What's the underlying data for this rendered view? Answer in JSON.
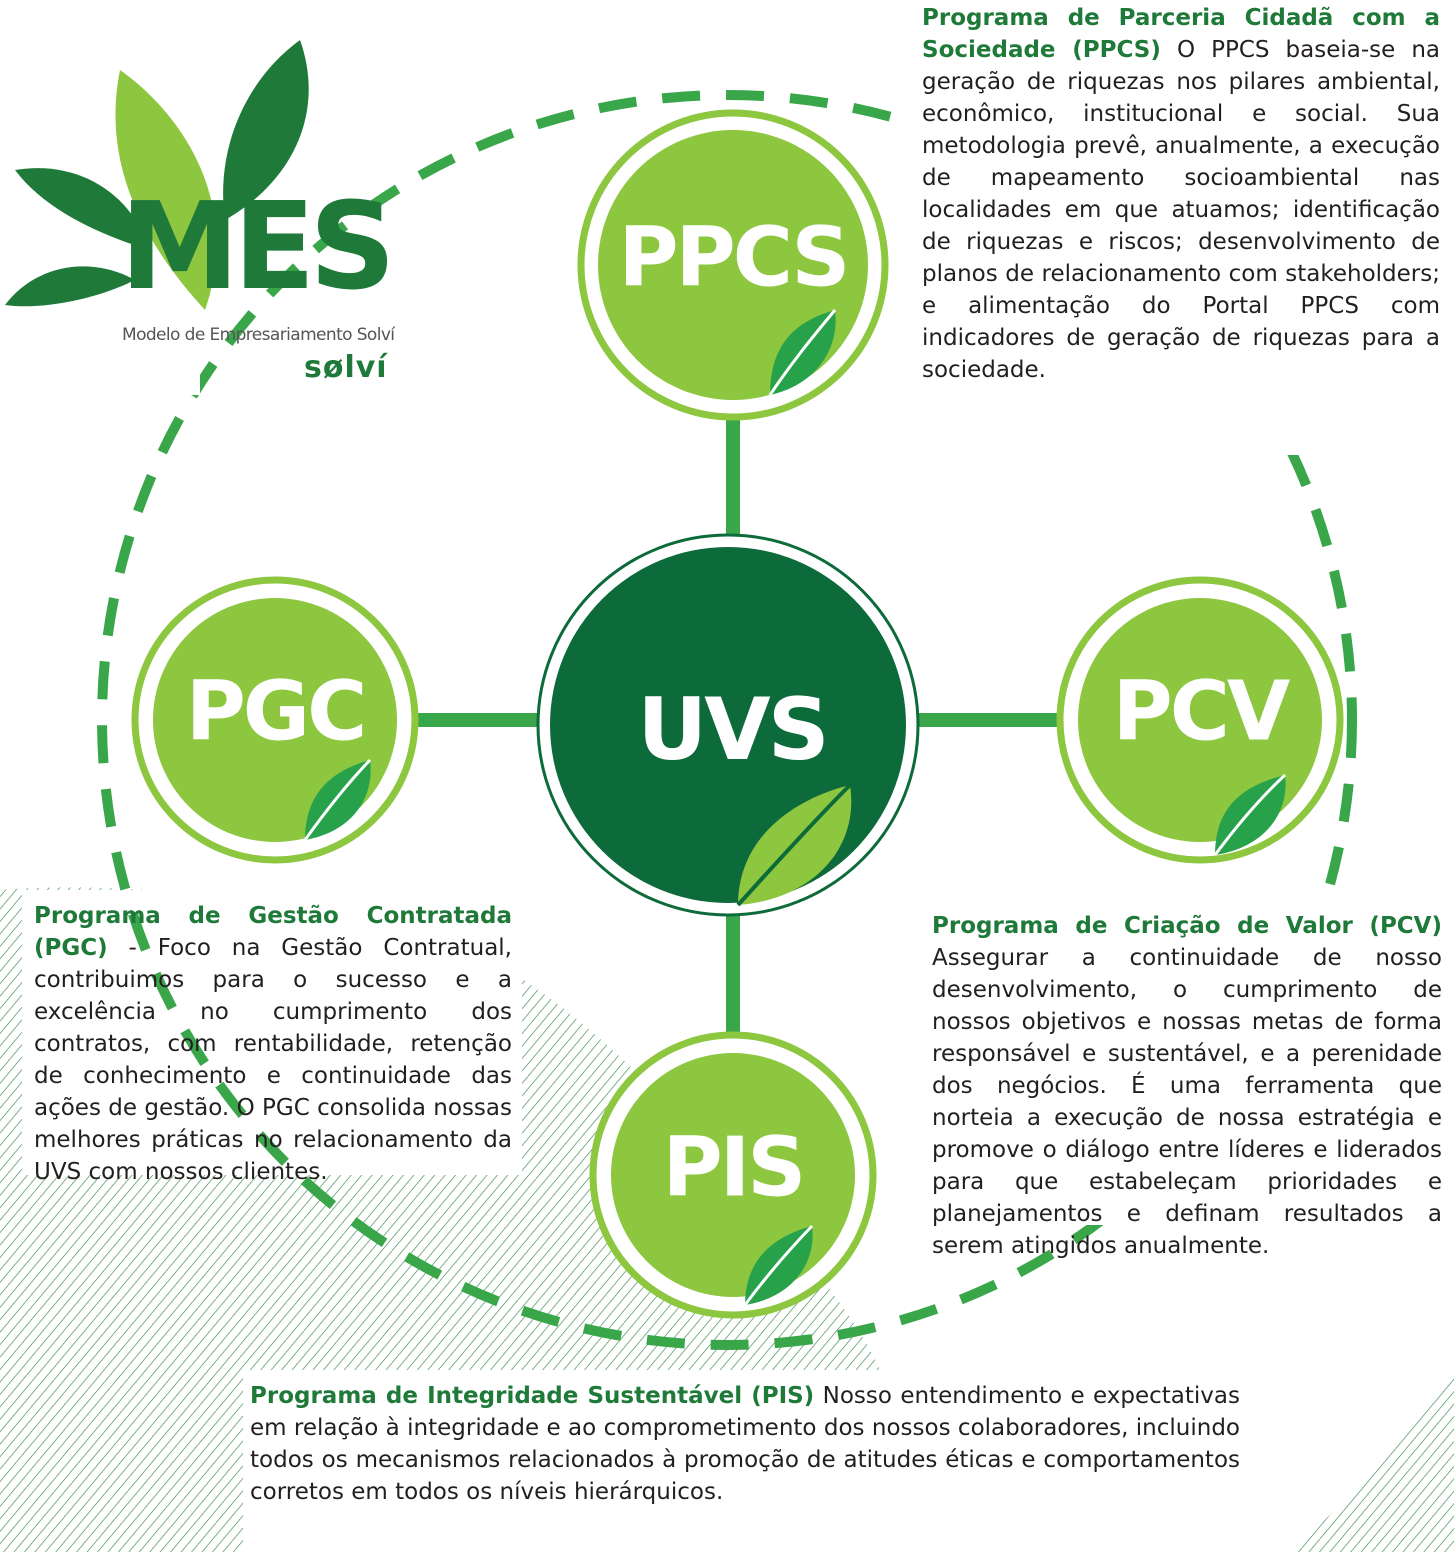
{
  "logo": {
    "acronym": "MES",
    "subtitle": "Modelo de Empresariamento Solví",
    "brand": "sølví"
  },
  "center": {
    "label": "UVS"
  },
  "nodes": {
    "ppcs": {
      "label": "PPCS"
    },
    "pgc": {
      "label": "PGC"
    },
    "pcv": {
      "label": "PCV"
    },
    "pis": {
      "label": "PIS"
    }
  },
  "descriptions": {
    "ppcs": {
      "title": "Programa de Parceria Cidadã com a Sociedade (PPCS)",
      "text": "O PPCS baseia-se na geração de riquezas nos pilares ambiental, econômico, institucional e social. Sua metodologia prevê, anualmente, a execução de mapeamento socioambiental nas localidades em que atuamos; identificação de riquezas e riscos; desenvolvimento de planos de relacionamento com stakeholders; e alimentação do Portal PPCS com indicadores de geração de riquezas para a sociedade."
    },
    "pgc": {
      "title": "Programa de Gestão Contratada (PGC)",
      "text": "- Foco na Gestão Contratual, contribuimos para o sucesso e a excelência no cumprimento dos contratos, com rentabilidade, retenção de conhecimento e continuidade das ações de gestão. O PGC consolida nossas melhores práticas no relacionamento da UVS com nossos clientes."
    },
    "pcv": {
      "title": "Programa de Criação de Valor (PCV)",
      "text": "Assegurar a continuidade de nosso desenvolvimento, o cumprimento de nossos objetivos e nossas metas de forma responsável e sustentável, e a perenidade dos negócios. É uma ferramenta que norteia a execução de nossa estratégia e promove o diálogo entre líderes e liderados para que estabeleçam prioridades e planejamentos e definam resultados a serem atingidos anualmente."
    },
    "pis": {
      "title": "Programa de Integridade Sustentável (PIS)",
      "text": "Nosso entendimento e expectativas em relação à integridade e ao comprometimento dos nossos colaboradores, incluindo todos os mecanismos relacionados à promoção de atitudes éticas e comportamentos corretos em todos os níveis hierárquicos."
    }
  },
  "colors": {
    "light_green": "#8dc63f",
    "dark_green": "#0d6a3a",
    "connector_green": "#3aa64a",
    "leaf_green": "#27a24b",
    "title_green": "#1f7a3a"
  }
}
